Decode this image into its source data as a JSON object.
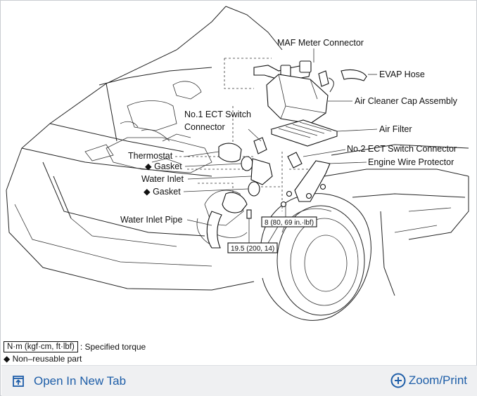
{
  "diagram": {
    "labels": {
      "maf": "MAF Meter Connector",
      "evap": "EVAP Hose",
      "air_cleaner": "Air Cleaner Cap Assembly",
      "air_filter": "Air Filter",
      "ect1_line1": "No.1 ECT Switch",
      "ect1_line2": "Connector",
      "ect2": "No.2 ECT Switch Connector",
      "engine_wire": "Engine Wire Protector",
      "thermostat": "Thermostat",
      "gasket1": "◆ Gasket",
      "water_inlet": "Water Inlet",
      "gasket2": "◆ Gasket",
      "water_inlet_pipe": "Water Inlet Pipe",
      "torque1": "8 (80, 69 in.·lbf)",
      "torque2": "19.5 (200, 14)"
    }
  },
  "legend": {
    "unit_box": "N·m (kgf·cm, ft·lbf)",
    "unit_text": ": Specified torque",
    "nonreusable": "◆ Non–reusable part"
  },
  "toolbar": {
    "open_label": "Open In New Tab",
    "open_icon": "open-in-new-tab-icon",
    "zoom_label": "Zoom/Print",
    "zoom_icon": "plus-circle-icon",
    "link_color": "#1e5ea8"
  }
}
